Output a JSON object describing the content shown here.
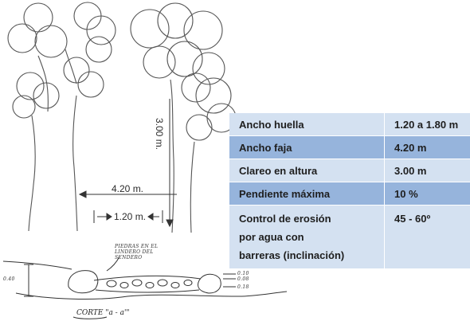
{
  "figure": {
    "height_dim": "3.00 m.",
    "width_dim": "4.20 m.",
    "track_dim": "1.20 m.",
    "section_dim_left": "0.40",
    "section_dims_right": [
      "0.10",
      "0.08",
      "0.18"
    ],
    "section_note": "PIEDRAS EN EL LINDERO DEL SENDERO",
    "section_caption": "CORTE \"a - a'\""
  },
  "table": {
    "rows": [
      {
        "label": "Ancho huella",
        "value": "1.20 a 1.80 m"
      },
      {
        "label": "Ancho faja",
        "value": "4.20 m"
      },
      {
        "label": "Clareo en altura",
        "value": "3.00 m"
      },
      {
        "label": "Pendiente máxima",
        "value": "10 %"
      }
    ],
    "last_row": {
      "label_lines": [
        "Control de erosión",
        "por agua con",
        "barreras (inclinación)"
      ],
      "value": "45 - 60º"
    }
  },
  "colors": {
    "row_dark": "#96b4dc",
    "row_light": "#d4e1f1"
  }
}
